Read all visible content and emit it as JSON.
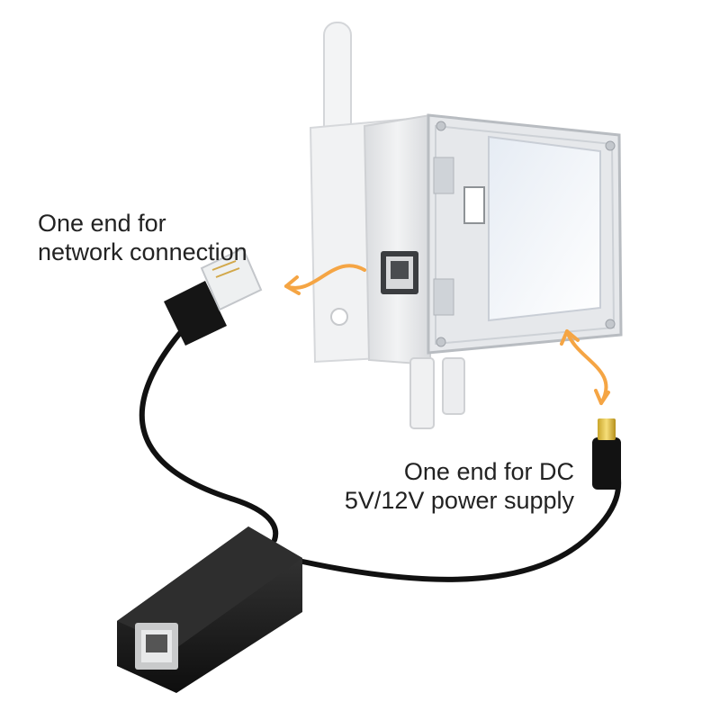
{
  "labels": {
    "network_line1": "One end for",
    "network_line2": "network connection",
    "power_line1": "One end for DC",
    "power_line2": "5V/12V power supply"
  },
  "colors": {
    "arrow": "#f5a544",
    "cable": "#111111",
    "device_body": "#e9eaec",
    "screen": "#f1f4f8"
  }
}
